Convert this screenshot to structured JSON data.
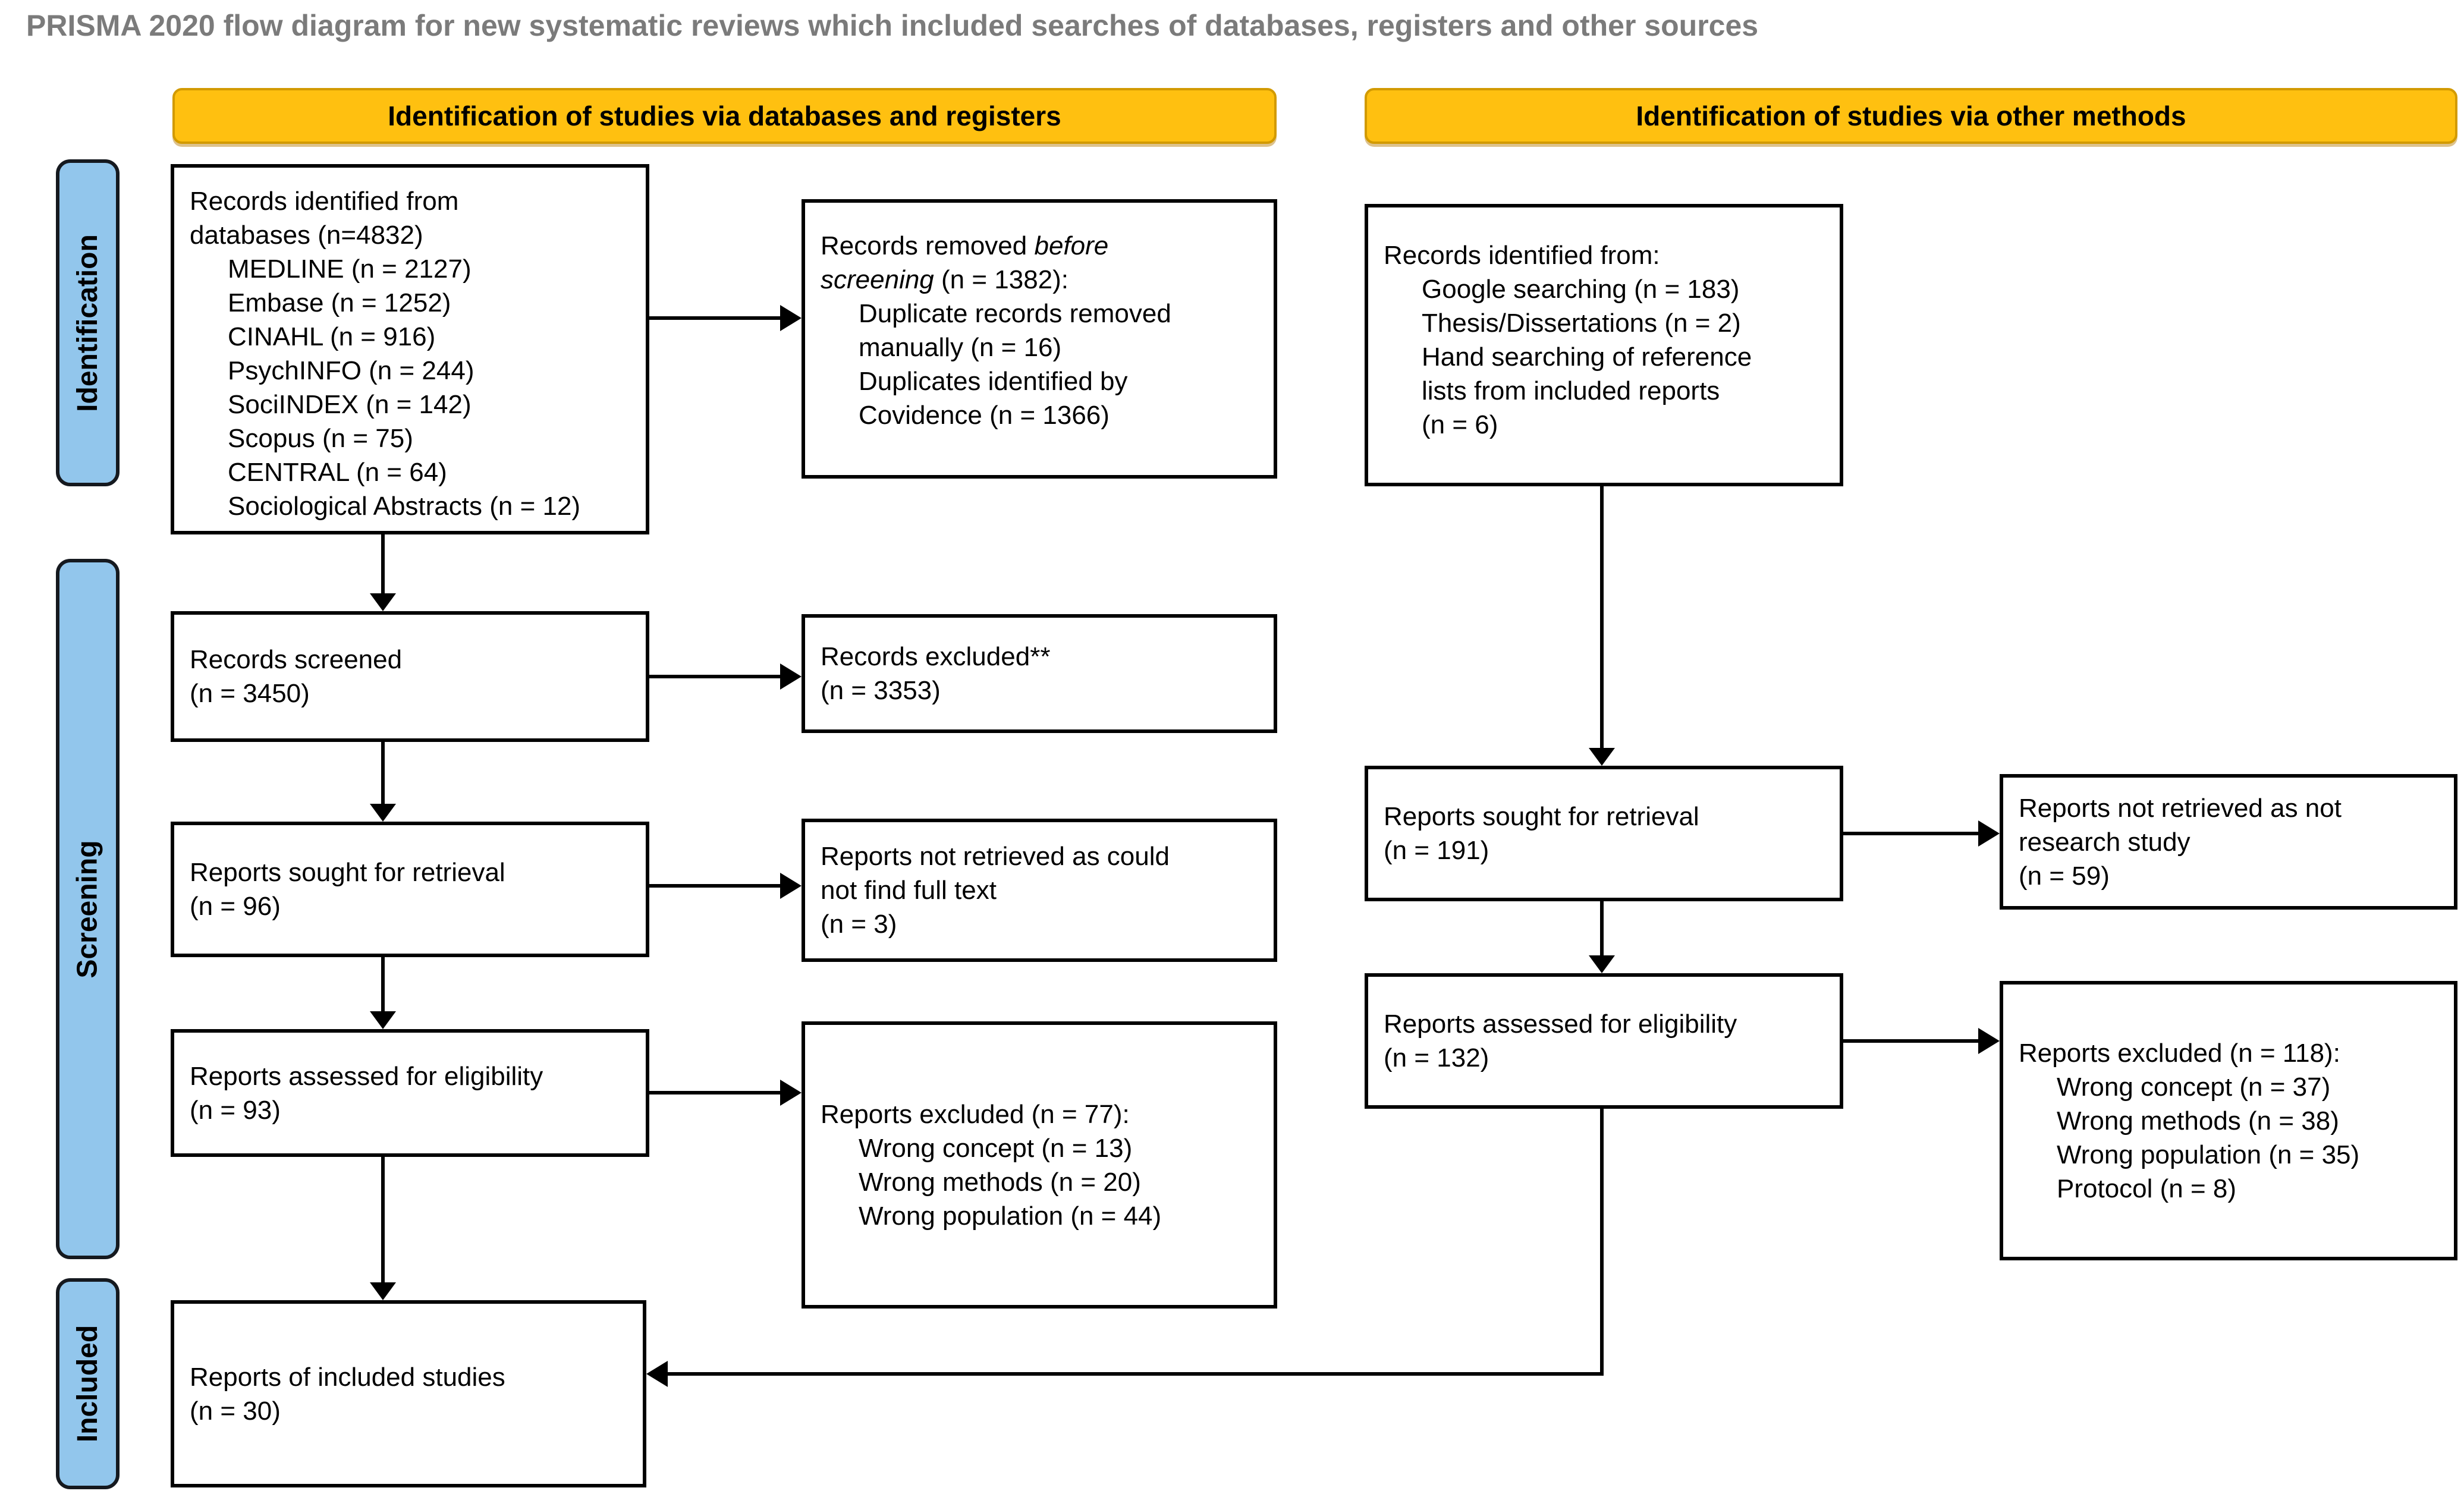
{
  "title": "PRISMA 2020 flow diagram for new systematic reviews which included searches of databases, registers and other sources",
  "headers": {
    "left": "Identification of studies via databases and registers",
    "right": "Identification of studies via other methods"
  },
  "stages": {
    "identification": "Identification",
    "screening": "Screening",
    "included": "Included"
  },
  "colors": {
    "header_fill": "#FFC010",
    "header_border": "#D29A00",
    "stage_fill": "#92C6EC",
    "stage_border": "#15191f",
    "box_border": "#000000",
    "arrow": "#000000",
    "title_text": "#7b7b7b"
  },
  "boxes": {
    "db_identified": {
      "lines": [
        {
          "i": 0,
          "p": [
            [
              "Records identified from",
              0
            ]
          ]
        },
        {
          "i": 0,
          "p": [
            [
              "databases (n=4832)",
              0
            ]
          ]
        },
        {
          "i": 1,
          "p": [
            [
              "MEDLINE (n = 2127)",
              0
            ]
          ]
        },
        {
          "i": 1,
          "p": [
            [
              "Embase (n = 1252)",
              0
            ]
          ]
        },
        {
          "i": 1,
          "p": [
            [
              "CINAHL (n = 916)",
              0
            ]
          ]
        },
        {
          "i": 1,
          "p": [
            [
              "PsychINFO (n = 244)",
              0
            ]
          ]
        },
        {
          "i": 1,
          "p": [
            [
              "SociINDEX (n = 142)",
              0
            ]
          ]
        },
        {
          "i": 1,
          "p": [
            [
              "Scopus (n = 75)",
              0
            ]
          ]
        },
        {
          "i": 1,
          "p": [
            [
              "CENTRAL (n = 64)",
              0
            ]
          ]
        },
        {
          "i": 1,
          "p": [
            [
              "Sociological Abstracts (n = 12)",
              0
            ]
          ]
        }
      ]
    },
    "records_removed": {
      "lines": [
        {
          "i": 0,
          "p": [
            [
              "Records removed ",
              0
            ],
            [
              "before",
              1
            ]
          ]
        },
        {
          "i": 0,
          "p": [
            [
              "screening",
              1
            ],
            [
              " (n = 1382):",
              0
            ]
          ]
        },
        {
          "i": 1,
          "p": [
            [
              "Duplicate records removed",
              0
            ]
          ]
        },
        {
          "i": 1,
          "p": [
            [
              "manually (n = 16)",
              0
            ]
          ]
        },
        {
          "i": 1,
          "p": [
            [
              "Duplicates identified by",
              0
            ]
          ]
        },
        {
          "i": 1,
          "p": [
            [
              "Covidence (n = 1366)",
              0
            ]
          ]
        }
      ]
    },
    "other_identified": {
      "lines": [
        {
          "i": 0,
          "p": [
            [
              "Records identified from:",
              0
            ]
          ]
        },
        {
          "i": 1,
          "p": [
            [
              "Google searching (n = 183)",
              0
            ]
          ]
        },
        {
          "i": 1,
          "p": [
            [
              "Thesis/Dissertations (n = 2)",
              0
            ]
          ]
        },
        {
          "i": 1,
          "p": [
            [
              "Hand searching of reference",
              0
            ]
          ]
        },
        {
          "i": 1,
          "p": [
            [
              "lists from included reports",
              0
            ]
          ]
        },
        {
          "i": 1,
          "p": [
            [
              "(n = 6)",
              0
            ]
          ]
        }
      ]
    },
    "records_screened": {
      "lines": [
        {
          "i": 0,
          "p": [
            [
              "Records screened",
              0
            ]
          ]
        },
        {
          "i": 0,
          "p": [
            [
              "(n = 3450)",
              0
            ]
          ]
        }
      ]
    },
    "records_excluded": {
      "lines": [
        {
          "i": 0,
          "p": [
            [
              "Records excluded**",
              0
            ]
          ]
        },
        {
          "i": 0,
          "p": [
            [
              "(n = 3353)",
              0
            ]
          ]
        }
      ]
    },
    "reports_sought": {
      "lines": [
        {
          "i": 0,
          "p": [
            [
              "Reports sought for retrieval",
              0
            ]
          ]
        },
        {
          "i": 0,
          "p": [
            [
              "(n = 96)",
              0
            ]
          ]
        }
      ]
    },
    "reports_not_retrieved": {
      "lines": [
        {
          "i": 0,
          "p": [
            [
              "Reports not retrieved as could",
              0
            ]
          ]
        },
        {
          "i": 0,
          "p": [
            [
              "not find full text",
              0
            ]
          ]
        },
        {
          "i": 0,
          "p": [
            [
              "(n = 3)",
              0
            ]
          ]
        }
      ]
    },
    "reports_assessed": {
      "lines": [
        {
          "i": 0,
          "p": [
            [
              "Reports assessed for eligibility",
              0
            ]
          ]
        },
        {
          "i": 0,
          "p": [
            [
              "(n = 93)",
              0
            ]
          ]
        }
      ]
    },
    "reports_excluded77": {
      "lines": [
        {
          "i": 0,
          "p": [
            [
              "Reports excluded (n = 77):",
              0
            ]
          ]
        },
        {
          "i": 1,
          "p": [
            [
              "Wrong concept (n = 13)",
              0
            ]
          ]
        },
        {
          "i": 1,
          "p": [
            [
              "Wrong methods (n = 20)",
              0
            ]
          ]
        },
        {
          "i": 1,
          "p": [
            [
              "Wrong population (n = 44)",
              0
            ]
          ]
        }
      ]
    },
    "included_studies": {
      "lines": [
        {
          "i": 0,
          "p": [
            [
              "Reports of included studies",
              0
            ]
          ]
        },
        {
          "i": 0,
          "p": [
            [
              "(n = 30)",
              0
            ]
          ]
        }
      ]
    },
    "other_sought": {
      "lines": [
        {
          "i": 0,
          "p": [
            [
              "Reports sought for retrieval",
              0
            ]
          ]
        },
        {
          "i": 0,
          "p": [
            [
              "(n = 191)",
              0
            ]
          ]
        }
      ]
    },
    "other_not_retrieved": {
      "lines": [
        {
          "i": 0,
          "p": [
            [
              "Reports not retrieved as not",
              0
            ]
          ]
        },
        {
          "i": 0,
          "p": [
            [
              "research study",
              0
            ]
          ]
        },
        {
          "i": 0,
          "p": [
            [
              "(n = 59)",
              0
            ]
          ]
        }
      ]
    },
    "other_assessed": {
      "lines": [
        {
          "i": 0,
          "p": [
            [
              "Reports assessed for eligibility",
              0
            ]
          ]
        },
        {
          "i": 0,
          "p": [
            [
              "(n = 132)",
              0
            ]
          ]
        }
      ]
    },
    "other_excluded118": {
      "lines": [
        {
          "i": 0,
          "p": [
            [
              "Reports excluded (n = 118):",
              0
            ]
          ]
        },
        {
          "i": 1,
          "p": [
            [
              "Wrong concept (n = 37)",
              0
            ]
          ]
        },
        {
          "i": 1,
          "p": [
            [
              "Wrong methods (n = 38)",
              0
            ]
          ]
        },
        {
          "i": 1,
          "p": [
            [
              "Wrong population (n = 35)",
              0
            ]
          ]
        },
        {
          "i": 1,
          "p": [
            [
              "Protocol (n = 8)",
              0
            ]
          ]
        }
      ]
    }
  }
}
